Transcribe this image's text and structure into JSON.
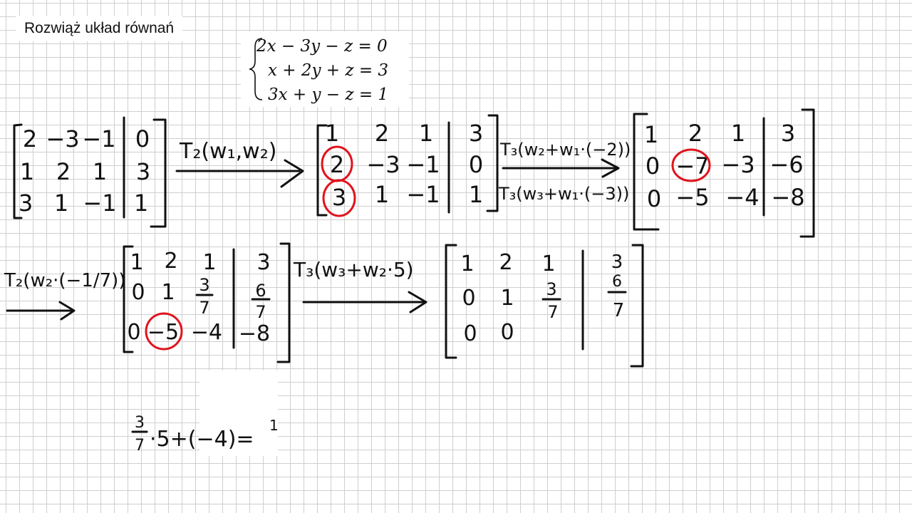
{
  "title": "Rozwiąż układ równań",
  "system": {
    "equations": [
      "2x − 3y − z = 0",
      "x + 2y + z = 3",
      "3x + y − z = 1"
    ]
  },
  "colors": {
    "ink": "#111111",
    "highlight": "#e0141e",
    "grid": "#cfcfcf"
  },
  "matrices": {
    "m1": [
      [
        "2",
        "−3",
        "−1",
        "0"
      ],
      [
        "1",
        "2",
        "1",
        "3"
      ],
      [
        "3",
        "1",
        "−1",
        "1"
      ]
    ],
    "m2": [
      [
        "1",
        "2",
        "1",
        "3"
      ],
      [
        "2",
        "−3",
        "−1",
        "0"
      ],
      [
        "3",
        "1",
        "−1",
        "1"
      ]
    ],
    "m3": [
      [
        "1",
        "2",
        "1",
        "3"
      ],
      [
        "0",
        "−7",
        "−3",
        "−6"
      ],
      [
        "0",
        "−5",
        "−4",
        "−8"
      ]
    ],
    "m4": {
      "row1": [
        "1",
        "2",
        "1",
        "3"
      ],
      "row2": [
        "0",
        "1",
        "3",
        "7",
        "6",
        "7"
      ],
      "row3": [
        "0",
        "−5",
        "−4",
        "−8"
      ]
    },
    "m5": {
      "row1": [
        "1",
        "2",
        "1",
        "3"
      ],
      "row2": [
        "0",
        "1",
        "3",
        "7",
        "6",
        "7"
      ],
      "row3": [
        "0",
        "0"
      ]
    }
  },
  "operations": {
    "op1": "T₂(w₁,w₂)",
    "op2": "T₃(w₂+w₁·(−2))",
    "op3": "T₃(w₃+w₁·(−3))",
    "op4": "T₂(w₂·(−1/7))",
    "op5": "T₃(w₃+w₂·5)"
  },
  "calculation": {
    "expression": "·5+(−4)=",
    "frac_num": "3",
    "frac_den": "7",
    "partial": "1"
  }
}
